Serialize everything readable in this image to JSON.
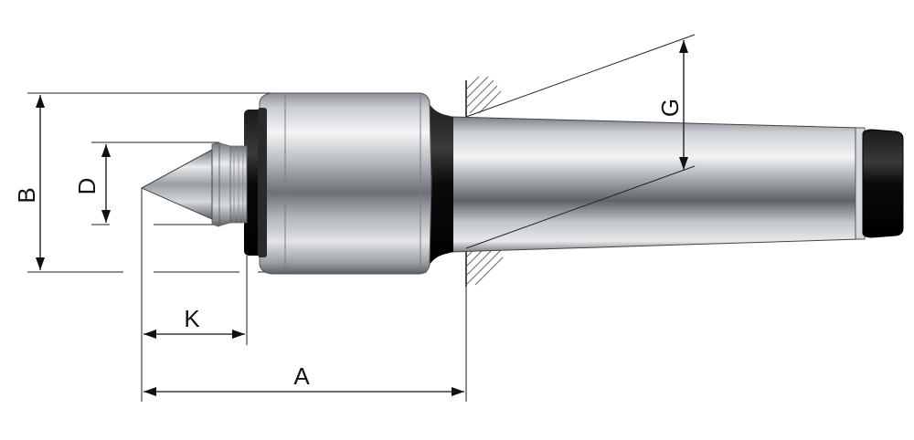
{
  "labels": {
    "a": "A",
    "b": "B",
    "d": "D",
    "k": "K",
    "g": "G"
  },
  "colors": {
    "steel_light": "#e6e8ea",
    "steel_mid": "#a6aaaf",
    "steel_dark": "#4d5157",
    "black_ring": "#0c0c0c",
    "line": "#111111"
  }
}
